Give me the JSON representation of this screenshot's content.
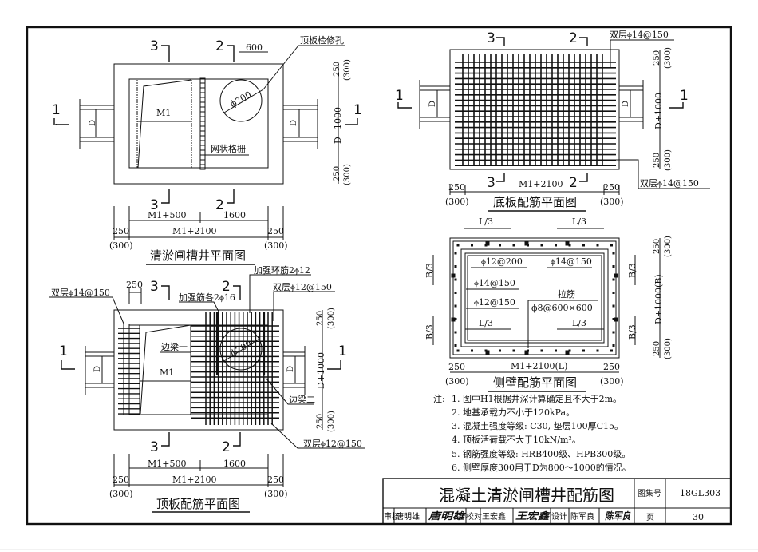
{
  "drawing": {
    "title": "混凝土清淤闸槽井配筋图",
    "atlas_label": "图集号",
    "atlas_number": "18GL303",
    "page_label": "页",
    "page_number": "30",
    "title_block": {
      "review_label": "审核",
      "reviewer": "唐明雄",
      "reviewer_sig": "唐明雄",
      "check_label": "校对",
      "checker": "王宏鑫",
      "checker_sig": "王宏鑫",
      "design_label": "设计",
      "designer": "陈军良",
      "designer_sig": "陈军良"
    }
  },
  "plan_view": {
    "caption": "清淤闸槽井平面图",
    "sec3": "3",
    "sec2": "2",
    "sec1": "1",
    "dim_600": "600",
    "hatch_label": "顶板检修孔",
    "hole_dia": "ϕ700",
    "m1": "M1",
    "grating": "网状格栅",
    "pipe_d": "D",
    "dim_height": "D+1000",
    "dim_250": "250",
    "dim_300": "(300)",
    "dim_m1_500": "M1+500",
    "dim_1600": "1600",
    "dim_m1_2100": "M1+2100"
  },
  "top_slab": {
    "caption": "顶板配筋平面图",
    "rebar_left": "双层ⲫ14@150",
    "dim_250": "250",
    "ring_rebar": "加强环筋2ⲫ12",
    "add_rebar": "加强筋各2ⲫ16",
    "rebar_right_top": "双层ⲫ12@150",
    "rebar_right_bottom": "双层ⲫ12@150",
    "edge_beam_1": "边梁一",
    "edge_beam_2": "边梁二",
    "hole_dia": "ϕ700",
    "m1": "M1",
    "pipe_d": "D",
    "dim_height": "D+1000",
    "dim_300": "(300)",
    "dim_m1_500": "M1+500",
    "dim_1600": "1600",
    "dim_m1_2100": "M1+2100",
    "sec3": "3",
    "sec2": "2",
    "sec1": "1"
  },
  "bottom_slab": {
    "caption": "底板配筋平面图",
    "rebar_top": "双层ⲫ14@150",
    "rebar_bottom": "双层ⲫ14@150",
    "pipe_d": "D",
    "dim_height": "D+1000",
    "dim_250": "250",
    "dim_300": "(300)",
    "dim_m1_2100": "M1+2100",
    "sec3": "3",
    "sec2": "2",
    "sec1": "1"
  },
  "side_wall": {
    "caption": "侧壁配筋平面图",
    "l3": "L/3",
    "b3": "B/3",
    "r1": "ⲫ12@200",
    "r2": "ⲫ14@150",
    "r3": "ⲫ14@150",
    "r4": "ⲫ12@150",
    "tie_label": "拉筋",
    "tie": "ϕ8@600×600",
    "dim_height": "D+1000(B)",
    "dim_250": "250",
    "dim_300": "(300)",
    "dim_len": "M1+2100(L)"
  },
  "notes": {
    "prefix": "注:",
    "items": [
      "1.  图中H1根据井深计算确定且不大于2m。",
      "2.  地基承载力不小于120kPa。",
      "3.  混凝土强度等级: C30, 垫层100厚C15。",
      "4.  顶板活荷载不大于10kN/m²。",
      "5.  钢筋强度等级: HRB400级、HPB300级。",
      "6.  侧壁厚度300用于D为800～1000的情况。"
    ]
  }
}
